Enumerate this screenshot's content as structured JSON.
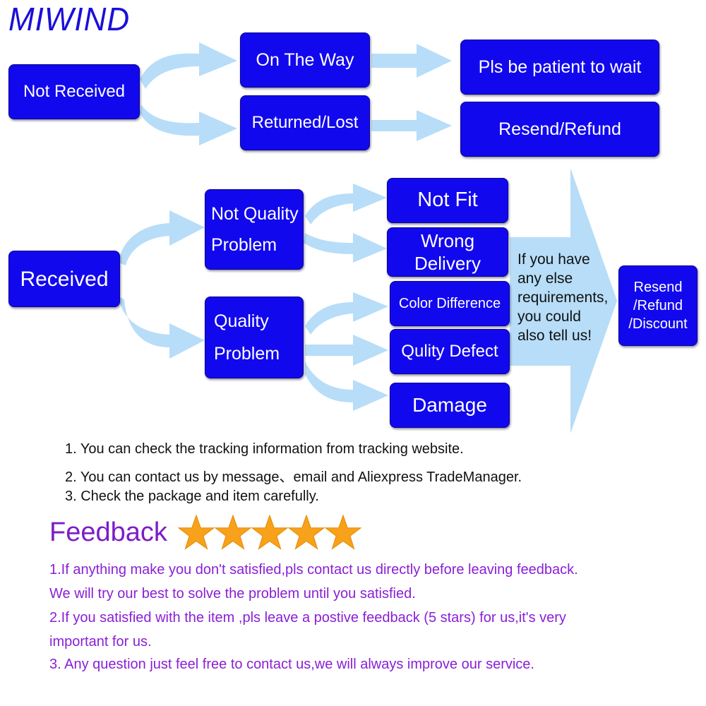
{
  "brand": {
    "logo_text": "MIWIND"
  },
  "not_received_flow": {
    "start": "Not Received",
    "branch_top": "On The Way",
    "branch_bottom": "Returned/Lost",
    "result_top": "Pls be patient to wait",
    "result_bottom": "Resend/Refund"
  },
  "received_flow": {
    "start": "Received",
    "not_quality": "Not Quality\nProblem",
    "quality": "Quality\nProblem",
    "not_fit": "Not Fit",
    "wrong_delivery": "Wrong\nDelivery",
    "color_difference": "Color Difference",
    "quality_defect": "Qulity Defect",
    "damage": "Damage",
    "note": "If you have\nany else\nrequirements,\nyou could\nalso tell us!",
    "result": "Resend\n/Refund\n/Discount"
  },
  "tips": [
    "1. You can check the tracking information from tracking website.",
    "2. You can contact us by message、email and Aliexpress TradeManager.",
    "3. Check the package and item carefully."
  ],
  "feedback": {
    "title": "Feedback",
    "rating": 5,
    "lines": [
      "1.If anything make you don't satisfied,pls contact us directly before leaving feedback.",
      "We will try our best to solve the problem until you satisfied.",
      "2.If you satisfied with the item ,pls leave a postive feedback (5 stars) for us,it's very",
      "important for us.",
      "3. Any question just feel free to contact us,we will always improve our service."
    ]
  },
  "colors": {
    "box": "#1208ee",
    "arrow": "#b7ddf8",
    "feedback_text": "#8a1fd6",
    "star": "#f7a21a"
  }
}
